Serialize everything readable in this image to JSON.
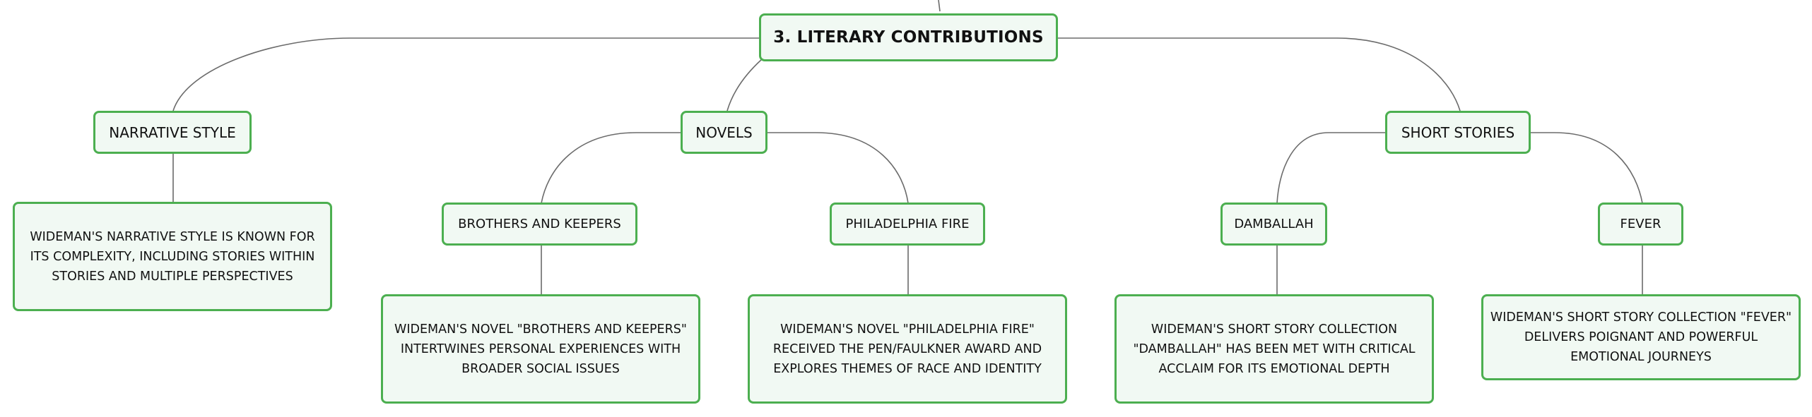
{
  "root": {
    "label": "3. LITERARY CONTRIBUTIONS"
  },
  "branches": {
    "narrative_style": {
      "label": "NARRATIVE STYLE",
      "description": "WIDEMAN'S NARRATIVE STYLE IS KNOWN FOR ITS COMPLEXITY, INCLUDING STORIES WITHIN STORIES AND MULTIPLE PERSPECTIVES"
    },
    "novels": {
      "label": "NOVELS",
      "brothers_and_keepers": {
        "label": "BROTHERS AND KEEPERS",
        "description": "WIDEMAN'S NOVEL \"BROTHERS AND KEEPERS\" INTERTWINES PERSONAL EXPERIENCES WITH BROADER SOCIAL ISSUES"
      },
      "philadelphia_fire": {
        "label": "PHILADELPHIA FIRE",
        "description": "WIDEMAN'S NOVEL \"PHILADELPHIA FIRE\" RECEIVED THE PEN/FAULKNER AWARD AND EXPLORES THEMES OF RACE AND IDENTITY"
      }
    },
    "short_stories": {
      "label": "SHORT STORIES",
      "damballah": {
        "label": "DAMBALLAH",
        "description": "WIDEMAN'S SHORT STORY COLLECTION \"DAMBALLAH\" HAS BEEN MET WITH CRITICAL ACCLAIM FOR ITS EMOTIONAL DEPTH"
      },
      "fever": {
        "label": "FEVER",
        "description": "WIDEMAN'S SHORT STORY COLLECTION \"FEVER\" DELIVERS POIGNANT AND POWERFUL EMOTIONAL JOURNEYS"
      }
    }
  },
  "colors": {
    "node_border": "#4caf50",
    "node_fill": "#f1f9f3",
    "connector": "#6b6b6b",
    "text": "#111111"
  }
}
